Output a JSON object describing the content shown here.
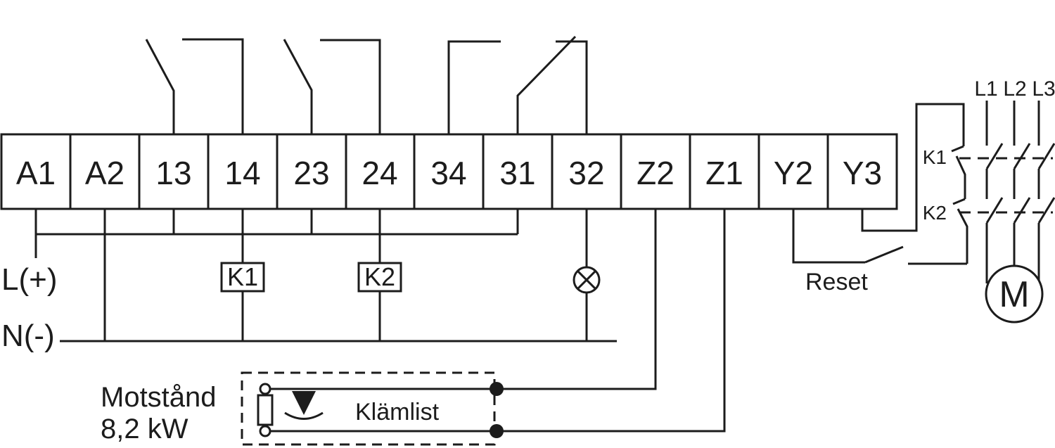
{
  "diagram": {
    "type": "electrical-wiring-schematic",
    "colors": {
      "line": "#1c1c1c",
      "background": "#ffffff"
    },
    "terminal_block": {
      "terminals": [
        "A1",
        "A2",
        "13",
        "14",
        "23",
        "24",
        "34",
        "31",
        "32",
        "Z2",
        "Z1",
        "Y2",
        "Y3"
      ]
    },
    "supply": {
      "plus": "L(+)",
      "minus": "N(-)"
    },
    "coils": {
      "k1": "K1",
      "k2": "K2"
    },
    "contactor": {
      "k1": "K1",
      "k2": "K2",
      "reset": "Reset"
    },
    "phases": {
      "l1": "L1",
      "l2": "L2",
      "l3": "L3"
    },
    "motor": {
      "label": "M"
    },
    "load": {
      "name_line1": "Motstånd",
      "name_line2": "8,2 kW",
      "strip": "Klämlist"
    }
  }
}
